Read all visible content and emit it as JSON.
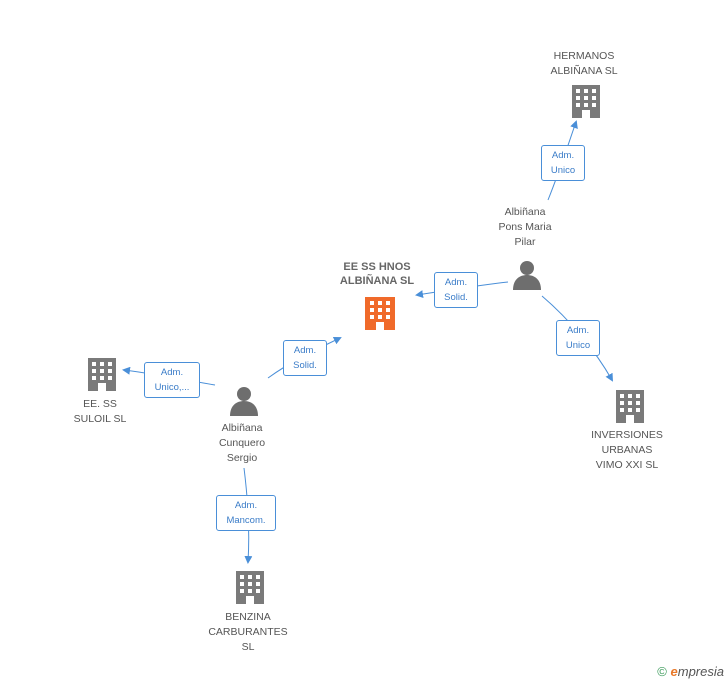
{
  "colors": {
    "edge": "#4a8fd8",
    "company": "#7a7a7a",
    "main_company": "#f06a2a",
    "person": "#6e6e6e"
  },
  "main": {
    "label": "EE SS HNOS\nALBIÑANA SL"
  },
  "companies": [
    {
      "id": "hermanos",
      "label": "HERMANOS\nALBIÑANA SL"
    },
    {
      "id": "inversiones",
      "label": "INVERSIONES\nURBANAS\nVIMO XXI  SL"
    },
    {
      "id": "suloil",
      "label": "EE.  SS\nSULOIL  SL"
    },
    {
      "id": "benzina",
      "label": "BENZINA\nCARBURANTES\nSL"
    }
  ],
  "persons": [
    {
      "id": "pilar",
      "label": "Albiñana\nPons Maria\nPilar"
    },
    {
      "id": "sergio",
      "label": "Albiñana\nCunquero\nSergio"
    }
  ],
  "edges": [
    {
      "id": "pilar-hermanos",
      "label": "Adm.\nUnico"
    },
    {
      "id": "pilar-main",
      "label": "Adm.\nSolid."
    },
    {
      "id": "pilar-inversiones",
      "label": "Adm.\nUnico"
    },
    {
      "id": "sergio-main",
      "label": "Adm.\nSolid."
    },
    {
      "id": "sergio-suloil",
      "label": "Adm.\nUnico,..."
    },
    {
      "id": "sergio-benzina",
      "label": "Adm.\nMancom."
    }
  ],
  "footer": {
    "copyright": "©",
    "brand_initial": "e",
    "brand_rest": "mpresia"
  }
}
